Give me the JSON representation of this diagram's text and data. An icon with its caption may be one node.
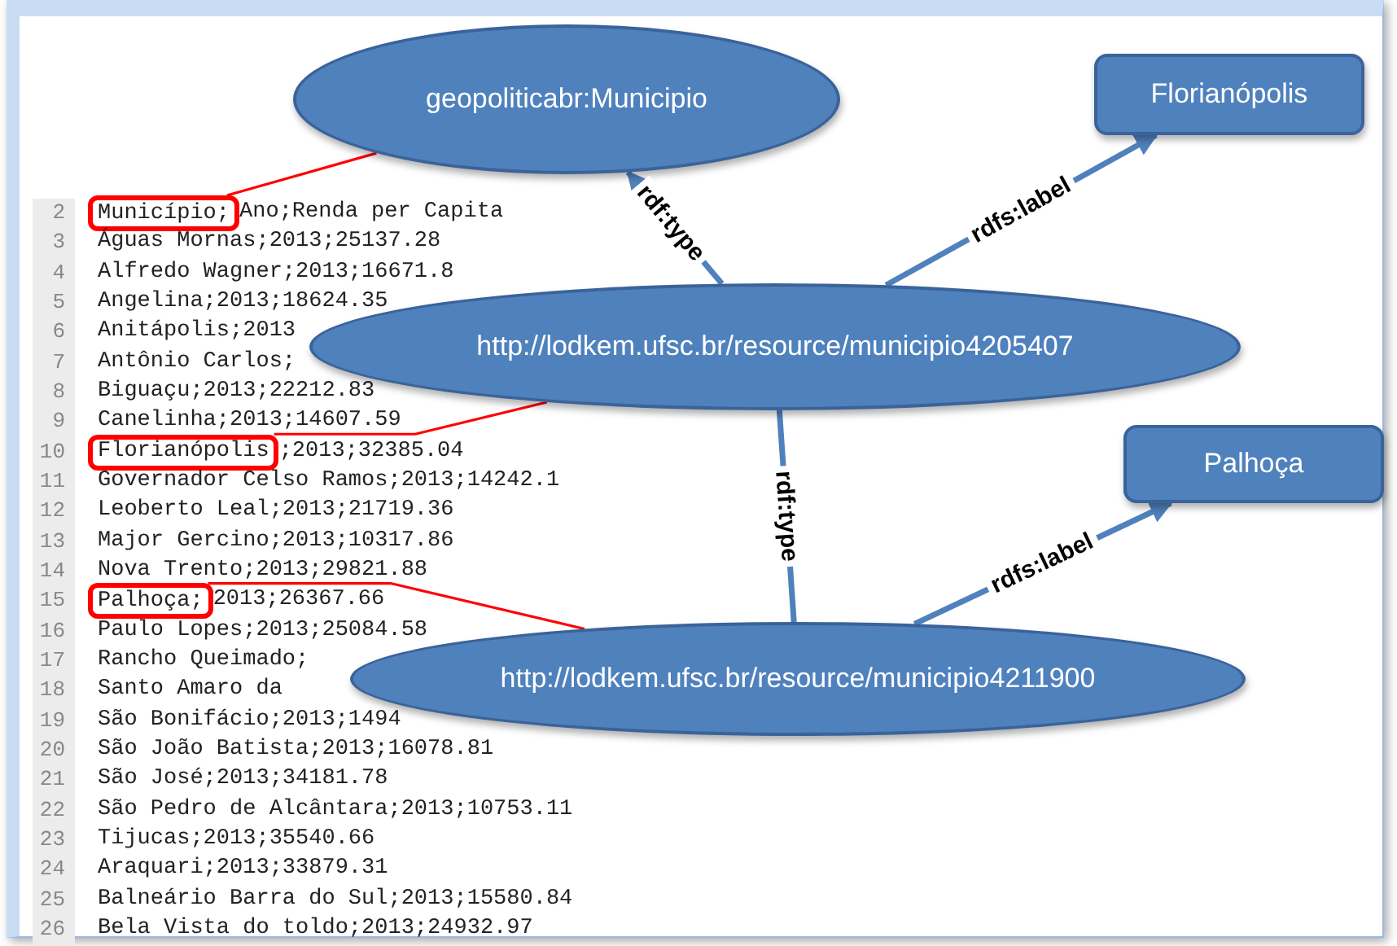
{
  "diagram": {
    "nodes": [
      {
        "text": [
          "geopoliticabr:Municipio"
        ]
      },
      {
        "text": [
          "Florianópolis"
        ]
      },
      {
        "text": [
          "http://lodkem.ufsc.br/resource/municipio4205407"
        ]
      },
      {
        "text": [
          "Palhoça"
        ]
      },
      {
        "text": [
          "http://lodkem.ufsc.br/resource/municipio4211900"
        ]
      },
      {
        "text": [
          "Município;"
        ]
      },
      {
        "text": [
          "Florianópolis"
        ]
      },
      {
        "text": [
          "Palhoça;"
        ]
      }
    ],
    "edges": [
      {
        "from": 2,
        "to": 0,
        "arrow": "to",
        "label": "rdf:type"
      },
      {
        "from": 2,
        "to": 1,
        "arrow": "to",
        "label": "rdfs:label"
      },
      {
        "from": 4,
        "to": 2,
        "arrow": "none",
        "label": "rdf:type"
      },
      {
        "from": 4,
        "to": 3,
        "arrow": "to",
        "label": "rdfs:label"
      },
      {
        "from": 5,
        "to": 0,
        "arrow": "none",
        "color": "#ff0000"
      },
      {
        "from": 6,
        "to": 2,
        "arrow": "none",
        "color": "#ff0000"
      },
      {
        "from": 7,
        "to": 4,
        "arrow": "none",
        "color": "#ff0000"
      }
    ],
    "labels": [
      "2",
      "Ano;Renda per Capita",
      "3",
      "Águas Mornas;2013;25137.28",
      "4",
      "Alfredo Wagner;2013;16671.8",
      "5",
      "Angelina;2013;18624.35",
      "6",
      "Anitápolis;2013",
      "7",
      "Antônio Carlos;",
      "8",
      "Biguaçu;2013;22212.83",
      "9",
      "Canelinha;2013;14607.59",
      "10",
      ";2013;32385.04",
      "11",
      "Governador Celso Ramos;2013;14242.1",
      "12",
      "Leoberto Leal;2013;21719.36",
      "13",
      "Major Gercino;2013;10317.86",
      "14",
      "Nova Trento;2013;29821.88",
      "15",
      "2013;26367.66",
      "16",
      "Paulo Lopes;2013;25084.58",
      "17",
      "Rancho Queimado;",
      "18",
      "Santo Amaro da",
      "19",
      "São Bonifácio;2013;1494",
      "20",
      "São João Batista;2013;16078.81",
      "21",
      "São José;2013;34181.78",
      "22",
      "São Pedro de Alcântara;2013;10753.11",
      "23",
      "Tijucas;2013;35540.66",
      "24",
      "Araquari;2013;33879.31",
      "25",
      "Balneário Barra do Sul;2013;15580.84",
      "26",
      "Bela Vista do toldo;2013;24932.97"
    ]
  }
}
